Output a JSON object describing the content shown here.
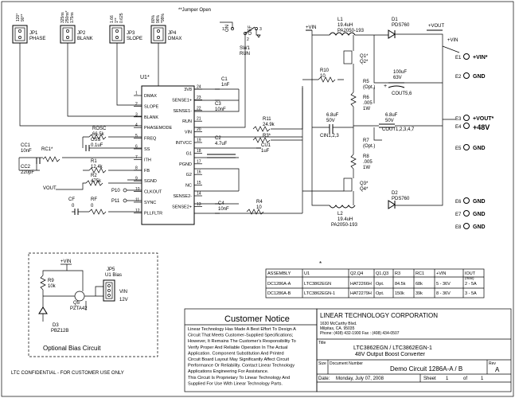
{
  "top_note": "**Jumper Open",
  "jumpers": [
    {
      "ref": "JP1",
      "label": "PHASE",
      "opts": [
        "120°",
        "90°*"
      ]
    },
    {
      "ref": "JP2",
      "label": "BLANK",
      "opts": [
        "325ns",
        "250ns*",
        "175ns"
      ]
    },
    {
      "ref": "JP3",
      "label": "SLOPE",
      "opts": [
        "1.66",
        "1**",
        "0.625"
      ]
    },
    {
      "ref": "JP4",
      "label": "DMAX",
      "opts": [
        "80%",
        "96%",
        "*99%"
      ]
    }
  ],
  "switch": {
    "ref": "SW1",
    "label": "RUN",
    "on": "ON",
    "off": "OFF",
    "pins": [
      "1",
      "2",
      "3"
    ]
  },
  "ic": {
    "ref": "U1*",
    "left_pins": [
      {
        "n": "1",
        "name": "DMAX"
      },
      {
        "n": "2",
        "name": "SLOPE"
      },
      {
        "n": "3",
        "name": "BLANK"
      },
      {
        "n": "4",
        "name": "PHASEMODE"
      },
      {
        "n": "5",
        "name": "FREQ"
      },
      {
        "n": "6",
        "name": "SS"
      },
      {
        "n": "7",
        "name": "ITH"
      },
      {
        "n": "8",
        "name": "FB"
      },
      {
        "n": "9",
        "name": "SGND"
      },
      {
        "n": "10",
        "name": "CLKOUT"
      },
      {
        "n": "11",
        "name": "SYNC"
      },
      {
        "n": "12",
        "name": "PLLFLTR"
      }
    ],
    "right_pins": [
      {
        "n": "24",
        "name": "3V8"
      },
      {
        "n": "23",
        "name": "SENSE1+"
      },
      {
        "n": "22",
        "name": "SENSE1-"
      },
      {
        "n": "21",
        "name": "RUN"
      },
      {
        "n": "20",
        "name": "VIN"
      },
      {
        "n": "19",
        "name": "INTVCC"
      },
      {
        "n": "18",
        "name": "G1"
      },
      {
        "n": "17",
        "name": "PGND"
      },
      {
        "n": "16",
        "name": "G2"
      },
      {
        "n": "15",
        "name": "NC"
      },
      {
        "n": "14",
        "name": "SENSE2-"
      },
      {
        "n": "13",
        "name": "SENSE2+"
      }
    ]
  },
  "parts": {
    "c1": [
      "C1",
      "1nF"
    ],
    "c3": [
      "C3",
      "10nF"
    ],
    "r11": [
      "R11",
      "24.9k"
    ],
    "r3": [
      "R3*"
    ],
    "c2": [
      "C2",
      "4.7uF"
    ],
    "cu1": [
      "CU1",
      "1uF"
    ],
    "c4": [
      "C4",
      "10nF"
    ],
    "r4": [
      "R4",
      "10"
    ],
    "rosc": [
      "ROSC",
      "66.5k"
    ],
    "css": [
      "CSS",
      "0.1uF"
    ],
    "cc1": [
      "CC1",
      "10nF"
    ],
    "rc1": [
      "RC1*"
    ],
    "cc2": [
      "CC2",
      "220pF"
    ],
    "r1": [
      "R1",
      "12.4k"
    ],
    "r2": [
      "R2",
      "475k"
    ],
    "cf": [
      "CF",
      "0"
    ],
    "rf": [
      "RF",
      "0"
    ],
    "l1": [
      "L1",
      "19.4uH",
      "PA2050-193"
    ],
    "l2": [
      "L2",
      "19.4uH",
      "PA2050-193"
    ],
    "d1": [
      "D1",
      "PDS760"
    ],
    "d2": [
      "D2",
      "PDS760"
    ],
    "q12": [
      "Q1*",
      "Q2*"
    ],
    "q34": [
      "Q3*",
      "Q4*"
    ],
    "r10": [
      "R10",
      "10"
    ],
    "r5": [
      "R5",
      "(Opt.)"
    ],
    "r6": [
      "R6",
      ".005",
      "1W"
    ],
    "r7": [
      "R7",
      "(Opt.)"
    ],
    "r8": [
      "R8",
      ".005",
      "1W"
    ],
    "cin": [
      "6.8uF",
      "50V",
      "CIN1,2,3"
    ],
    "cout56": [
      "100uF",
      "63V",
      "+",
      "COUT5,6"
    ],
    "cout": [
      "6.8uF",
      "50V",
      "COUT1,2,3,4,7"
    ],
    "r9": [
      "R9",
      "10k"
    ],
    "q5": [
      "Q5",
      "PZTA42"
    ],
    "d3": [
      "D3",
      "PBZ12B"
    ],
    "jp5": [
      "JP5",
      "U1 Bias",
      "VIN",
      "12V"
    ]
  },
  "nets": {
    "vin": "+VIN",
    "vout": "+VOUT",
    "vout2": "VOUT",
    "p10": "P10",
    "p11": "P11"
  },
  "terminals": [
    {
      "ref": "E1",
      "label": "+VIN*"
    },
    {
      "ref": "E2",
      "label": "GND"
    },
    {
      "ref": "E3",
      "label": "+VOUT*"
    },
    {
      "ref": "E4",
      "label": ""
    },
    {
      "ref": "E5",
      "label": "GND"
    },
    {
      "ref": "E6",
      "label": "GND"
    },
    {
      "ref": "E7",
      "label": "GND"
    },
    {
      "ref": "E8",
      "label": "GND"
    }
  ],
  "out_voltage": "+48V",
  "bias_title": "Optional Bias Circuit",
  "confidential": "LTC CONFIDENTIAL - FOR CUSTOMER USE ONLY",
  "assembly": {
    "marker": "*",
    "headers": [
      "ASSEMBLY",
      "U1",
      "Q2,Q4",
      "Q1,Q3",
      "R3",
      "RC1",
      "+VIN",
      "IOUT"
    ],
    "iout_sub": "(max)",
    "rows": [
      [
        "DC1286A-A",
        "LTC3862EGN",
        "HAT2266H",
        "Opt.",
        "84.5k",
        "68k",
        "5 - 36V",
        "2 - 5A"
      ],
      [
        "DC1286A-B",
        "LTC3862EGN-1",
        "HAT2279H",
        "Opt.",
        "150k",
        "39k",
        "8 - 36V",
        "3 - 5A"
      ]
    ]
  },
  "notice": {
    "title": "Customer Notice",
    "lines": [
      "Linear Technology Has Made A Best Effort To Design A",
      "Circuit That Meets Customer-Supplied Specifications;",
      "However, It Remains The Customer's Responsibility To",
      "Verify Proper And Reliable Operation In The Actual",
      "Application. Component Substitution And Printed",
      "Circuit Board Layout May Significantly Affect Circuit",
      "Performance Or Reliability. Contact Linear Technology",
      "Applications Engineering For Assistance.",
      "This Circuit Is Proprietary To Linear Technology And",
      "Supplied For Use With Linear Technology Parts."
    ]
  },
  "titleblock": {
    "company": "LINEAR TECHNOLOGY CORPORATION",
    "addr": [
      "1630 McCarthy Blvd.",
      "Milpitas, CA. 95035",
      "Phone: (408) 432-1900  Fax : (408) 434-0507"
    ],
    "title_lbl": "Title",
    "title": [
      "LTC3862EGN / LTC3862EGN-1",
      "48V Output Boost Converter"
    ],
    "size_lbl": "Size",
    "docnum_lbl": "Document Number",
    "rev_lbl": "Rev",
    "docnum": "Demo Circuit 1286A-A / B",
    "rev": "A",
    "date_lbl": "Date:",
    "date": "Monday, July 07, 2008",
    "sheet_lbl": "Sheet",
    "sheet": "1",
    "of_lbl": "of",
    "sheets": "1"
  }
}
